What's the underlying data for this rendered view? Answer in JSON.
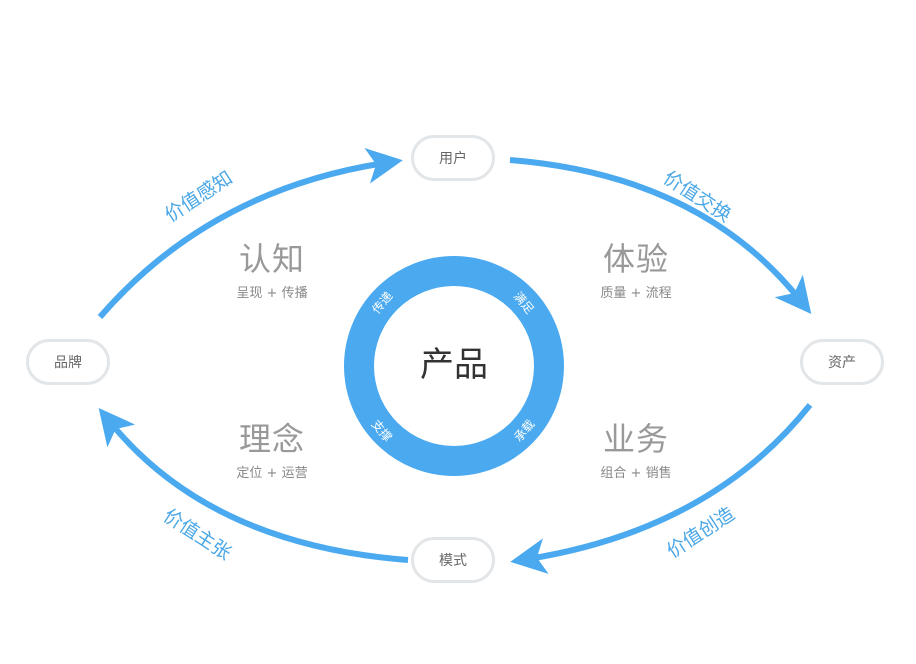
{
  "colors": {
    "accent": "#4aa9ef",
    "node_border": "#e3e6e8",
    "quad_text": "#999999"
  },
  "center": {
    "label": "产品",
    "ring_labels": [
      "传递",
      "满足",
      "支撑",
      "承载"
    ]
  },
  "nodes": {
    "top": "用户",
    "left": "品牌",
    "right": "资产",
    "bottom": "模式"
  },
  "flows": {
    "top_left": "价值感知",
    "top_right": "价值交换",
    "bottom_right": "价值创造",
    "bottom_left": "价值主张"
  },
  "quadrants": [
    {
      "title": "认知",
      "subtitle": "呈现 + 传播"
    },
    {
      "title": "体验",
      "subtitle": "质量 + 流程"
    },
    {
      "title": "理念",
      "subtitle": "定位 + 运营"
    },
    {
      "title": "业务",
      "subtitle": "组合 + 销售"
    }
  ]
}
